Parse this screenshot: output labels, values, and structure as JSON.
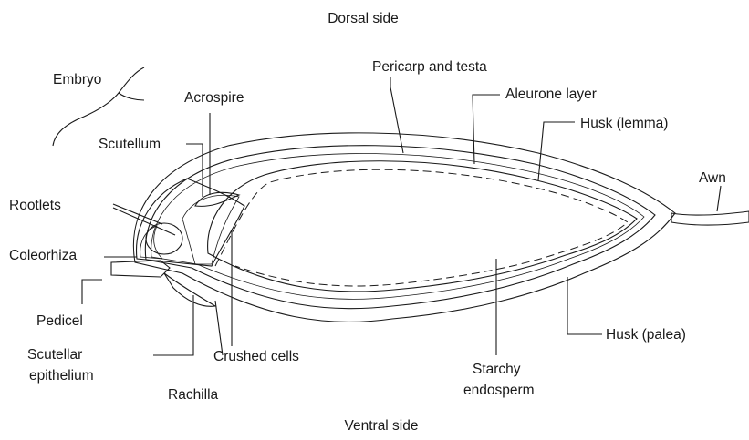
{
  "diagram": {
    "orientation": {
      "top": "Dorsal side",
      "bottom": "Ventral side"
    },
    "labels": {
      "embryo": "Embryo",
      "acrospire": "Acrospire",
      "pericarp": "Pericarp and testa",
      "aleurone": "Aleurone layer",
      "husk_lemma": "Husk (lemma)",
      "scutellum": "Scutellum",
      "awn": "Awn",
      "rootlets": "Rootlets",
      "coleorhiza": "Coleorhiza",
      "pedicel": "Pedicel",
      "scutellar_1": "Scutellar",
      "scutellar_2": "epithelium",
      "rachilla": "Rachilla",
      "crushed": "Crushed cells",
      "starchy_1": "Starchy",
      "starchy_2": "endosperm",
      "husk_palea": "Husk (palea)"
    }
  }
}
